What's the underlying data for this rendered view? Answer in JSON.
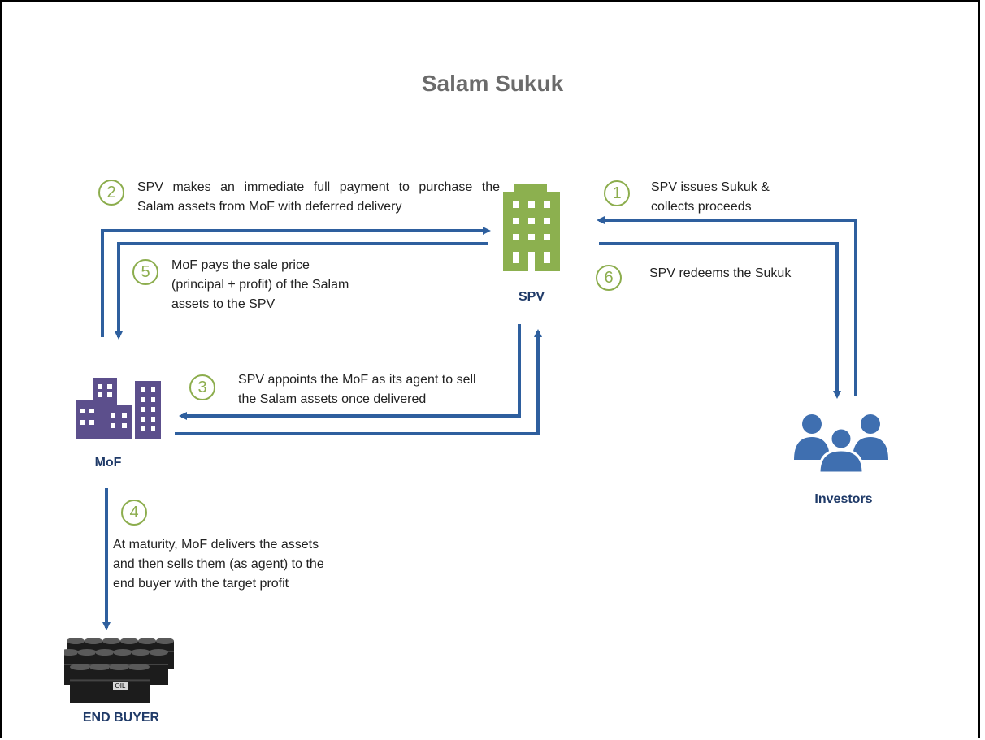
{
  "title": "Salam Sukuk",
  "nodes": {
    "spv": "SPV",
    "mof": "MoF",
    "investors": "Investors",
    "end_buyer": "END BUYER"
  },
  "steps": [
    {
      "num": "1",
      "lines": [
        "SPV issues Sukuk &",
        "collects proceeds"
      ]
    },
    {
      "num": "2",
      "lines": [
        "SPV makes an immediate full payment to purchase the",
        "Salam assets from MoF with deferred delivery"
      ]
    },
    {
      "num": "3",
      "lines": [
        "SPV appoints the MoF as its agent to sell",
        "the Salam assets once delivered"
      ]
    },
    {
      "num": "4",
      "lines": [
        "At maturity, MoF delivers the assets",
        "and then sells them (as agent) to the",
        "end buyer with the target profit"
      ]
    },
    {
      "num": "5",
      "lines": [
        "MoF pays the sale price",
        "(principal + profit) of the Salam",
        "assets to the SPV"
      ]
    },
    {
      "num": "6",
      "lines": [
        "SPV redeems the Sukuk"
      ]
    }
  ],
  "oil_label": "OIL",
  "colors": {
    "arrow": "#2e5f9e",
    "spv_building": "#8cb04f",
    "mof_building": "#5c4f8c",
    "investors": "#3f6fb0",
    "step_circle": "#8cad4d",
    "node_label": "#1f3a68"
  },
  "icons": {
    "spv": "office-building-icon",
    "mof": "city-buildings-icon",
    "investors": "people-group-icon",
    "end_buyer": "oil-barrels-icon"
  }
}
